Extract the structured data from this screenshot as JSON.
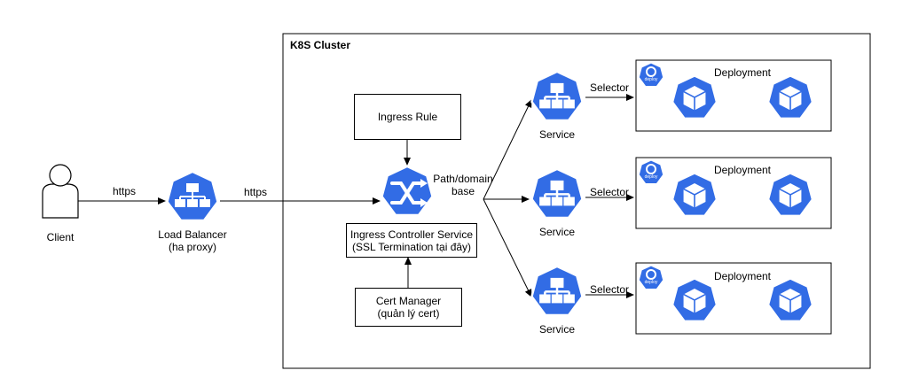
{
  "client": {
    "label": "Client"
  },
  "edges": {
    "client_lb": "https",
    "lb_ingress": "https",
    "path_line1": "Path/domain",
    "path_line2": "base",
    "selector": "Selector"
  },
  "load_balancer": {
    "line1": "Load Balancer",
    "line2": "(ha proxy)"
  },
  "cluster": {
    "title": "K8S Cluster"
  },
  "ingress_rule": {
    "label": "Ingress Rule"
  },
  "ingress_service": {
    "line1": "Ingress Controller Service",
    "line2": "(SSL Termination tại đây)"
  },
  "cert_manager": {
    "line1": "Cert Manager",
    "line2": "(quản lý cert)"
  },
  "services": [
    {
      "label": "Service",
      "selector": "Selector"
    },
    {
      "label": "Service",
      "selector": "Selector"
    },
    {
      "label": "Service",
      "selector": "Selector"
    }
  ],
  "deployments": [
    {
      "label": "Deployment",
      "badge": "deploy"
    },
    {
      "label": "Deployment",
      "badge": "deploy"
    },
    {
      "label": "Deployment",
      "badge": "deploy"
    }
  ],
  "colors": {
    "k8s_blue": "#326ce5",
    "stroke": "#000000"
  },
  "icons": [
    "user-icon",
    "load-balancer-icon",
    "ingress-icon",
    "service-icon",
    "pod-icon",
    "deploy-icon"
  ]
}
